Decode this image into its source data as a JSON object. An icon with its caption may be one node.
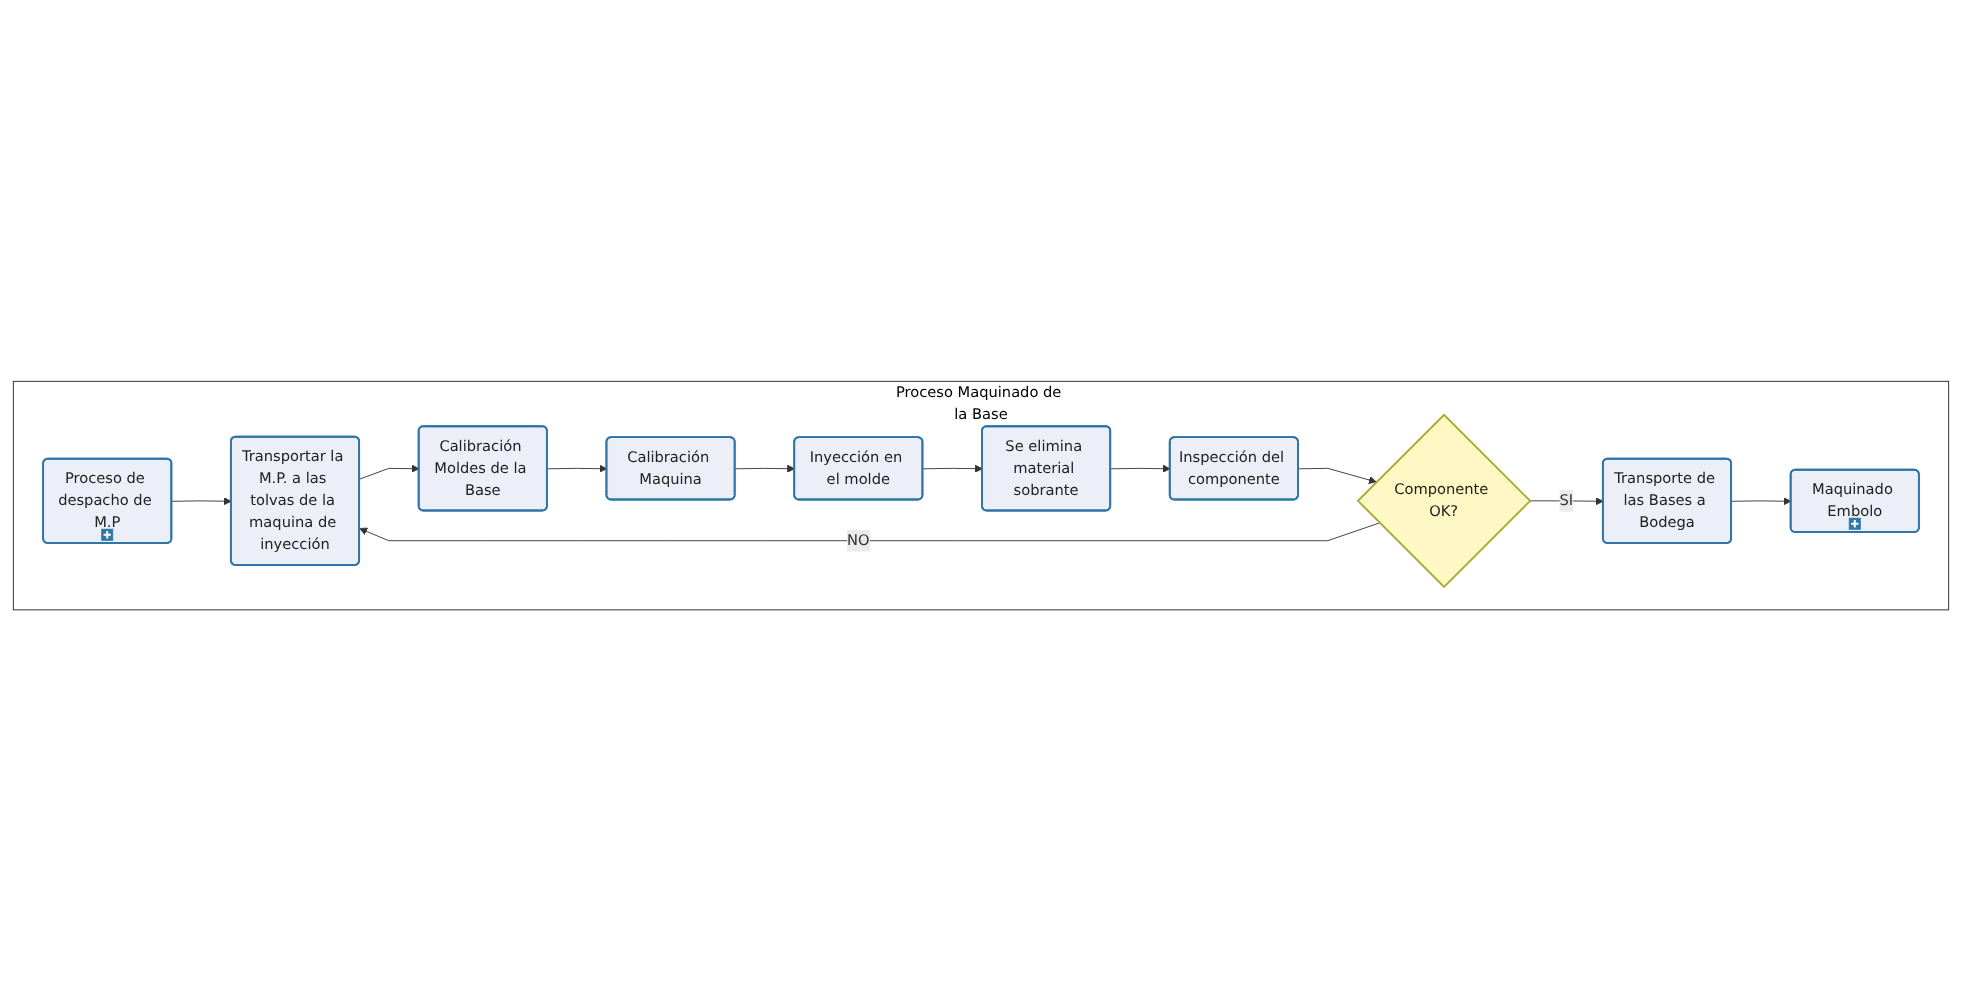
{
  "diagram": {
    "nodes": [
      {
        "text": [
          "Proceso Maquinado de la Base"
        ]
      },
      {
        "text": [
          "Proceso de despacho de M.P"
        ],
        "in": 0
      },
      {
        "text": [
          "Transportar la M.P. a las tolvas de la maquina de inyección"
        ],
        "in": 0
      },
      {
        "text": [
          "Calibración Moldes de la Base"
        ],
        "in": 0
      },
      {
        "text": [
          "Calibración Maquina"
        ],
        "in": 0
      },
      {
        "text": [
          "Inyección en el molde"
        ],
        "in": 0
      },
      {
        "text": [
          "Se elimina material sobrante"
        ],
        "in": 0
      },
      {
        "text": [
          "Inspección del componente"
        ],
        "in": 0
      },
      {
        "text": [
          "Componente OK?"
        ],
        "in": 0
      },
      {
        "text": [
          "Transporte de las Bases a Bodega"
        ],
        "in": 0
      },
      {
        "text": [
          "Maquinado Embolo"
        ],
        "in": 0
      }
    ],
    "edges": [
      {
        "from": 1,
        "to": 2,
        "arrow": "to"
      },
      {
        "from": 2,
        "to": 3,
        "arrow": "to"
      },
      {
        "from": 3,
        "to": 4,
        "arrow": "to"
      },
      {
        "from": 4,
        "to": 5,
        "arrow": "to"
      },
      {
        "from": 5,
        "to": 6,
        "arrow": "to"
      },
      {
        "from": 6,
        "to": 7,
        "arrow": "to"
      },
      {
        "from": 7,
        "to": 8,
        "arrow": "to"
      },
      {
        "from": 8,
        "to": 2,
        "label": "NO",
        "arrow": "to"
      },
      {
        "from": 8,
        "to": 9,
        "label": "SI",
        "arrow": "to"
      },
      {
        "from": 9,
        "to": 10,
        "arrow": "to"
      }
    ]
  }
}
